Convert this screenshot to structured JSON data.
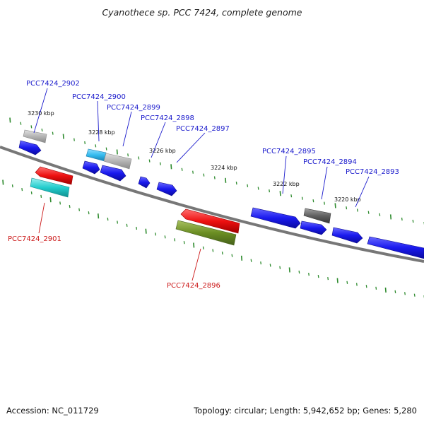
{
  "title": "Cyanothece sp. PCC 7424, complete genome",
  "footer": {
    "accession": "Accession: NC_011729",
    "summary": "Topology: circular; Length: 5,942,652 bp; Genes: 5,280"
  },
  "position_labels": [
    "3230 kbp",
    "3228 kbp",
    "3226 kbp",
    "3224 kbp",
    "3222 kbp",
    "3220 kbp"
  ],
  "locus_labels": {
    "plus": [
      "PCC7424_2902",
      "PCC7424_2900",
      "PCC7424_2899",
      "PCC7424_2898",
      "PCC7424_2897",
      "PCC7424_2895",
      "PCC7424_2894",
      "PCC7424_2893"
    ],
    "minus": [
      "PCC7424_2901",
      "PCC7424_2896"
    ]
  },
  "colors": {
    "plus_label": "#1a1acc",
    "minus_label": "#cc1a1a",
    "tick": "#2e8b2e",
    "backbone": "#777777",
    "cds_blue": "#1a1aee",
    "gray": "#b4b4b4",
    "dark_gray": "#606060",
    "red": "#ee1111",
    "cyan": "#22cccc",
    "light_blue": "#33bbee",
    "olive": "#6b8e23"
  }
}
